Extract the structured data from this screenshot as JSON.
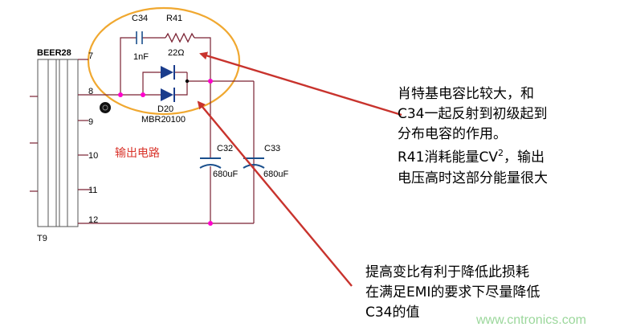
{
  "transformer": {
    "label": "BEER28",
    "ref": "T9"
  },
  "pins": [
    "7",
    "8",
    "9",
    "10",
    "11",
    "12"
  ],
  "snubber": {
    "cap_ref": "C34",
    "cap_value": "1nF",
    "res_ref": "R41",
    "res_value": "22Ω"
  },
  "diode": {
    "ref": "D20",
    "part": "MBR20100"
  },
  "caps": [
    {
      "ref": "C32",
      "value": "680uF"
    },
    {
      "ref": "C33",
      "value": "680uF"
    }
  ],
  "circuit_label": "输出电路",
  "note1": {
    "lines": [
      "肖特基电容比较大，和",
      "C34一起反射到初级起到",
      "分布电容的作用。"
    ]
  },
  "note2": {
    "line1_main": "R41消耗能量CV",
    "line1_sup": "2",
    "line1_tail": "，输出",
    "line2": "电压高时这部分能量很大"
  },
  "note3": {
    "lines": [
      "提高变比有利于降低此损耗",
      "在满足EMI的要求下尽量降低",
      "C34的值"
    ]
  },
  "watermark": "www.cntronics.com",
  "colors": {
    "arrow": "#c8332d",
    "ellipse": "#f0a830",
    "circuit": "#7a2233",
    "node": "#ff00cc",
    "diode": "#1a3c8c",
    "cap": "#1a4f8c"
  }
}
